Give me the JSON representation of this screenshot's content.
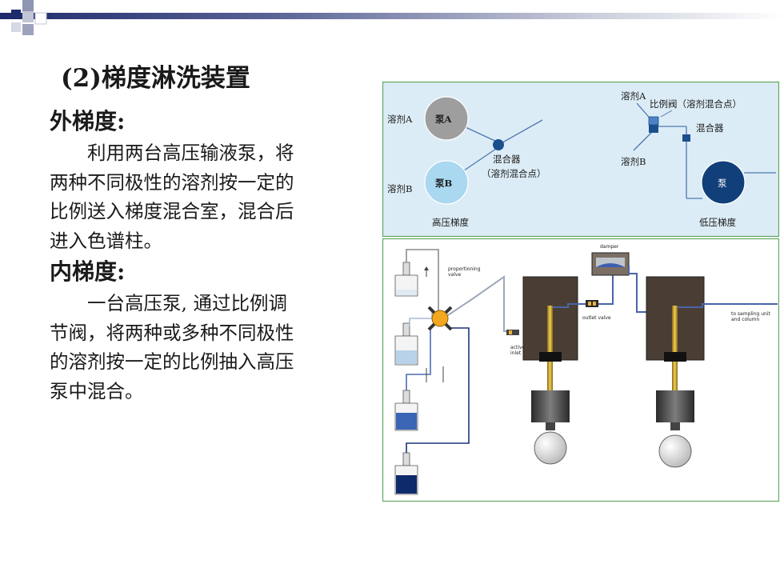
{
  "title": "(2)梯度淋洗装置",
  "external": {
    "heading": "外梯度:",
    "lines": [
      "利用两台高压输液泵，将",
      "两种不同极性的溶剂按一定的",
      "比例送入梯度混合室，混合后",
      "进入色谱柱。"
    ]
  },
  "internal": {
    "heading": "内梯度:",
    "lines": [
      "一台高压泵, 通过比例调",
      "节阀，将两种或多种不同极性",
      "的溶剂按一定的比例抽入高压",
      "泵中混合。"
    ]
  },
  "top_diagram": {
    "high": {
      "solvent_a": "溶剂A",
      "pump_a": "泵A",
      "solvent_b": "溶剂B",
      "pump_b": "泵B",
      "mixer": "混合器",
      "mix_point": "（溶剂混合点）",
      "caption": "高压梯度"
    },
    "low": {
      "solvent_a": "溶剂A",
      "valve": "比例阀（溶剂混合点）",
      "mixer": "混合器",
      "solvent_b": "溶剂B",
      "pump": "泵",
      "caption": "低压梯度"
    }
  },
  "bottom_diagram": {
    "proportioning_valve": [
      "proportioning",
      "valve"
    ],
    "damper": "damper",
    "outlet_valve": "outlet valve",
    "active_inlet_valve": [
      "active",
      "inlet valve"
    ],
    "destination": [
      "to sampling unit",
      "and column"
    ]
  },
  "colors": {
    "accent": "#1f2a6b",
    "diagram_bg": "#dcecf6",
    "border": "#5aa55a",
    "pump_grey": "#9e9e9e",
    "pump_light": "#a9d8f0",
    "pump_dark": "#113f7a"
  }
}
